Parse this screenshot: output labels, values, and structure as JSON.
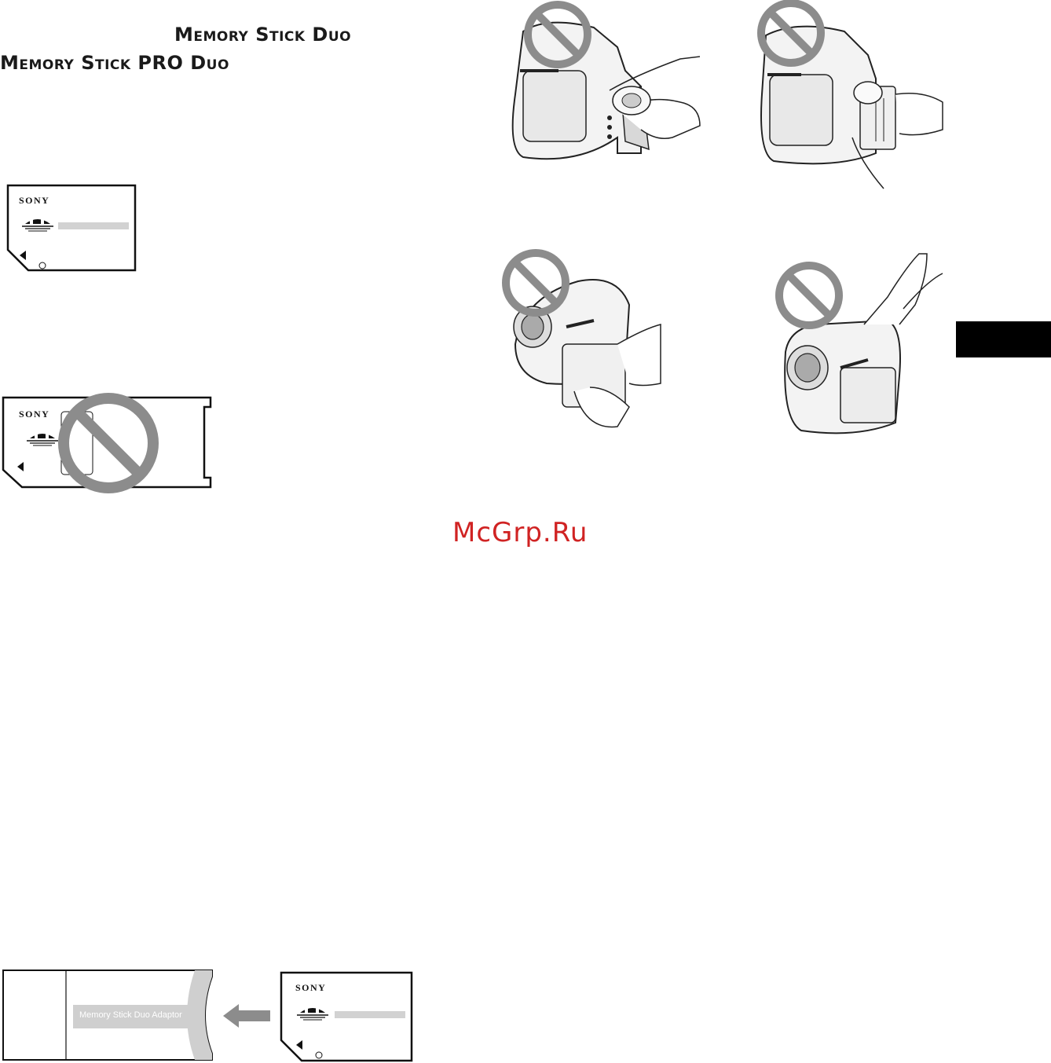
{
  "header": {
    "line1": "Memory Stick Duo",
    "line2": "Memory Stick PRO Duo"
  },
  "cards": {
    "duo_brand": "SONY",
    "standard_brand": "SONY",
    "adaptor_card_brand": "SONY",
    "adaptor_label": "Memory Stick Duo Adaptor"
  },
  "watermark": "McGrp.Ru",
  "colors": {
    "prohibit": "#8c8c8c",
    "watermark": "#d02323",
    "tab": "#000000"
  },
  "icons": [
    "prohibited-icon",
    "memory-stick-logo-icon",
    "arrow-left-icon"
  ]
}
